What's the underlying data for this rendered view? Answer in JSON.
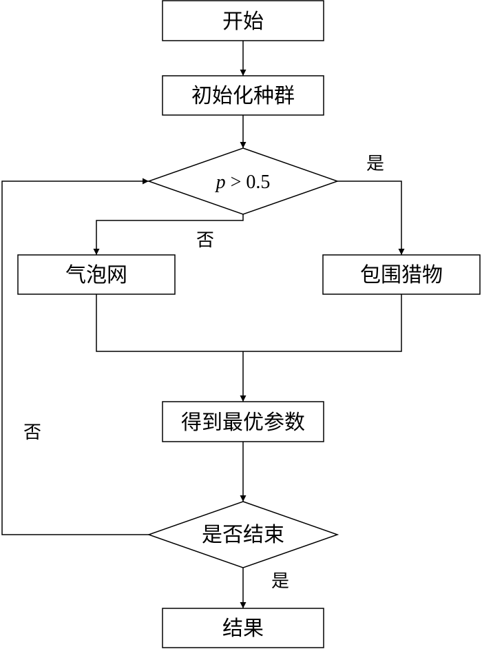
{
  "nodes": {
    "start": "开始",
    "init": "初始化种群",
    "condition": {
      "variable": "p",
      "rest": " > 0.5"
    },
    "bubble_net": "气泡网",
    "encircle": "包围猎物",
    "best_params": "得到最优参数",
    "end_check": "是否结束",
    "result": "结果"
  },
  "edge_labels": {
    "cond_yes": "是",
    "cond_no": "否",
    "loop_no": "否",
    "end_yes": "是"
  }
}
